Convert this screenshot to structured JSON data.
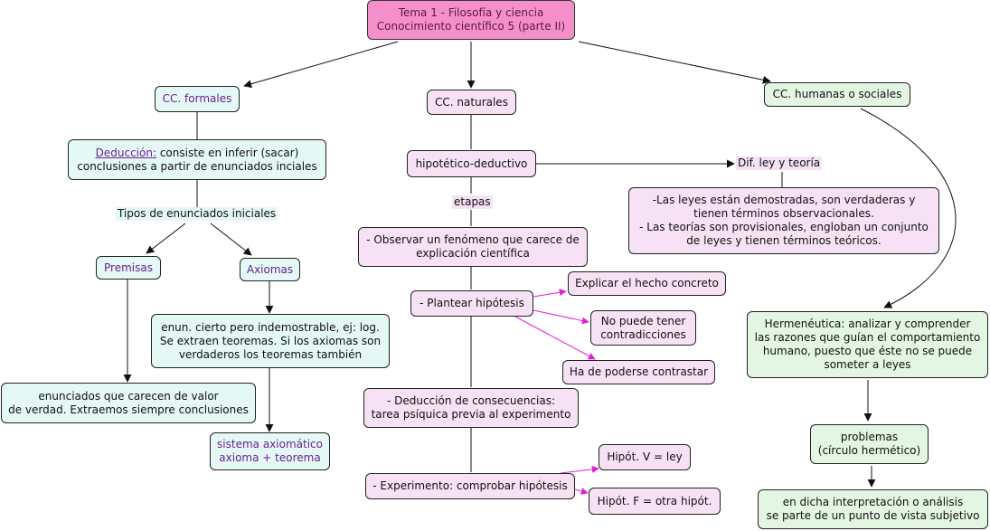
{
  "title": {
    "line1": "Tema 1 - Filosofía y ciencia",
    "line2": "Conocimiento científico 5 (parte II)"
  },
  "formales": {
    "label": "CC. formales",
    "deduccion_term": "Deducción:",
    "deduccion_rest": " consiste en inferir (sacar)",
    "deduccion_line2": "conclusiones a partir de enunciados inciales",
    "tipos": "Tipos de enunciados iniciales",
    "premisas": "Premisas",
    "axiomas": "Axiomas",
    "axiomas_desc": [
      "enun. cierto pero indemostrable, ej: log.",
      "Se extraen teoremas. Si los axiomas son",
      "verdaderos los teoremas también"
    ],
    "premisas_desc": [
      "enunciados que carecen de valor",
      "de verdad. Extraemos siempre conclusiones"
    ],
    "sistema": [
      "sistema axiomático",
      "axioma + teorema"
    ]
  },
  "naturales": {
    "label": "CC. naturales",
    "metodo": "hipotético-deductivo",
    "etapas": "etapas",
    "observar": [
      "- Observar un fenómeno que carece de",
      "explicación científica"
    ],
    "plantear": "- Plantear hipótesis",
    "explicar": "Explicar el hecho concreto",
    "no_contra": [
      "No puede tener",
      "contradicciones"
    ],
    "contrastar": "Ha de poderse contrastar",
    "deduccion": [
      "- Deducción de consecuencias:",
      "tarea psíquica previa al experimento"
    ],
    "experimento": "- Experimento: comprobar hipótesis",
    "hipV": "Hipót. V = ley",
    "hipF": "Hipót. F = otra hipót.",
    "dif": "Dif. ley y teoría",
    "dif_desc": [
      "-Las leyes están demostradas, son verdaderas y",
      "tienen términos observacionales.",
      "- Las teorías son provisionales, engloban un conjunto",
      "de leyes y tienen términos teóricos."
    ]
  },
  "humanas": {
    "label": "CC. humanas o sociales",
    "hermeneutica": [
      "Hermenéutica: analizar y comprender",
      "las razones que guían el comportamiento",
      "humano, puesto que éste no se puede",
      "someter a leyes"
    ],
    "problemas": [
      "problemas",
      "(círculo hermético)"
    ],
    "interpretacion": [
      "en dicha interpretación o análisis",
      "se parte de un punto de vista subjetivo"
    ]
  },
  "colors": {
    "title_bg": "#f58fca",
    "formal_bg": "#e4f8f6",
    "natural_bg": "#f6e2f4",
    "human_bg": "#e3f6e2",
    "accent_arrow": "#e020d0"
  }
}
